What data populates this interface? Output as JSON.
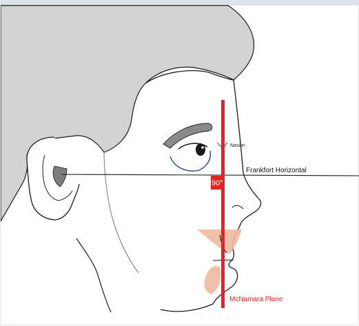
{
  "labels": {
    "nasion": "Nasion",
    "frankfort_horizontal": "Frankfort Horizontal",
    "angle": "90°",
    "mcnamara_plane": "McNamara Plane"
  },
  "colors": {
    "hair": "#d3d3d3",
    "outline": "#1a1a1a",
    "eyebrow": "#8a8a8a",
    "eye_ring": "#3d5a8a",
    "red_line": "#e52420",
    "lip_highlight": "#f0b9a1",
    "frame": "#dde3ea"
  }
}
